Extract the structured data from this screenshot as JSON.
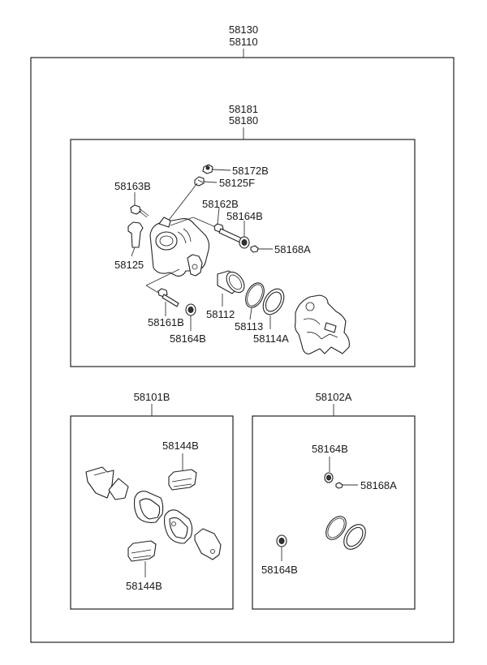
{
  "assembly": {
    "codes": [
      "58130",
      "58110"
    ]
  },
  "caliper_group": {
    "codes": [
      "58181",
      "58180"
    ],
    "labels": {
      "p58172B": "58172B",
      "p58125F": "58125F",
      "p58163B": "58163B",
      "p58162B": "58162B",
      "p58164B_top": "58164B",
      "p58168A": "58168A",
      "p58125": "58125",
      "p58112": "58112",
      "p58161B": "58161B",
      "p58164B_bottom": "58164B",
      "p58113": "58113",
      "p58114A": "58114A"
    }
  },
  "pad_kit": {
    "code": "58101B",
    "labels": {
      "shim_top": "58144B",
      "shim_bottom": "58144B"
    }
  },
  "seal_kit": {
    "code": "58102A",
    "labels": {
      "boot_top": "58164B",
      "bleeder": "58168A",
      "boot_bottom": "58164B"
    }
  }
}
